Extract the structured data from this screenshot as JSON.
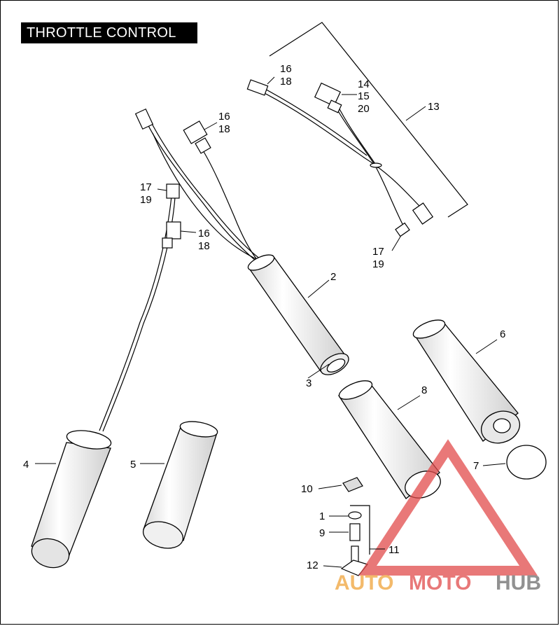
{
  "title": "THROTTLE CONTROL",
  "callouts": {
    "c1": "1",
    "c2": "2",
    "c3": "3",
    "c4": "4",
    "c5": "5",
    "c6": "6",
    "c7": "7",
    "c8": "8",
    "c9": "9",
    "c10": "10",
    "c11": "11",
    "c12": "12",
    "c13": "13",
    "c14": "14",
    "c15": "15",
    "c20": "20",
    "c16a": "16",
    "c18a": "18",
    "c16b": "16",
    "c18b": "18",
    "c16c": "16",
    "c18c": "18",
    "c17a": "17",
    "c19a": "19",
    "c17b": "17",
    "c19b": "19"
  },
  "watermark": {
    "part1": "AUTO",
    "part2": "MOTO",
    "part3": "HUB",
    "color_auto": "#f0a33a",
    "color_moto": "#e14b4b",
    "color_hub": "#6d6d6d"
  }
}
